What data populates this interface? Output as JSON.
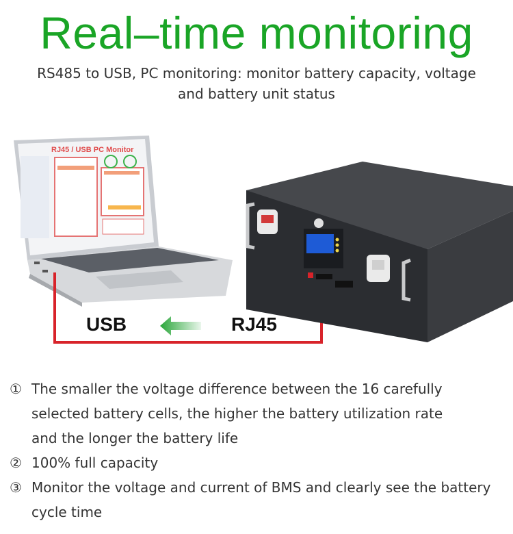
{
  "header": {
    "title": "Real–time monitoring",
    "subtitle_line1": "RS485 to USB, PC monitoring: monitor battery capacity, voltage",
    "subtitle_line2": "and battery unit status"
  },
  "illustration": {
    "screen_title": "RJ45 / USB PC Monitor",
    "usb_label": "USB",
    "rj45_label": "RJ45",
    "cable_color": "#d8232a",
    "arrow_color": "#2aa63a"
  },
  "features": [
    {
      "num": "①",
      "lines": [
        "The smaller the voltage difference between the 16 carefully",
        "selected battery cells, the higher the battery utilization rate",
        "and the longer the battery life"
      ]
    },
    {
      "num": "②",
      "lines": [
        "100% full capacity"
      ]
    },
    {
      "num": "③",
      "lines": [
        "Monitor the voltage and current of BMS and clearly see the battery",
        "cycle time"
      ]
    }
  ]
}
